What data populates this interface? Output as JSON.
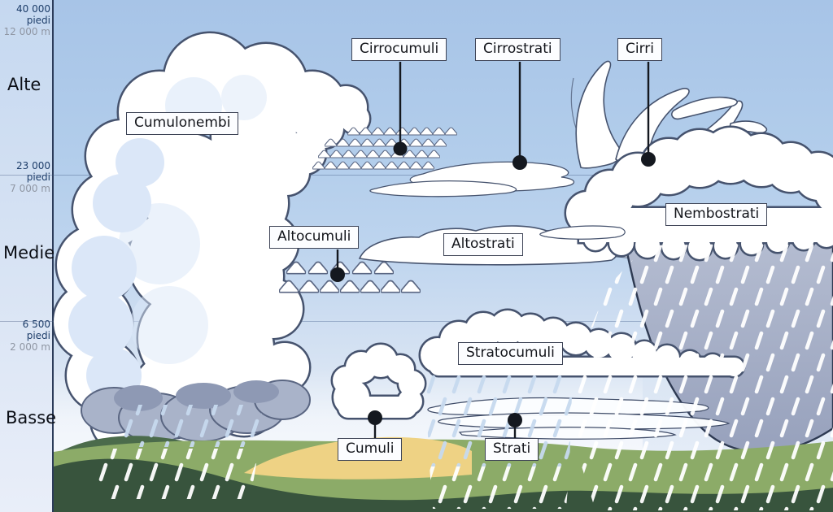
{
  "sidebar": {
    "altitudes": [
      {
        "feet": "40 000 piedi",
        "meters": "12 000 m"
      },
      {
        "feet": "23 000 piedi",
        "meters": "7 000 m"
      },
      {
        "feet": "6 500 piedi",
        "meters": "2 000 m"
      }
    ],
    "bands": [
      {
        "label": "Alte"
      },
      {
        "label": "Medie"
      },
      {
        "label": "Basse"
      }
    ]
  },
  "clouds": {
    "cumulonembi": {
      "label": "Cumulonembi"
    },
    "cirrocumuli": {
      "label": "Cirrocumuli"
    },
    "cirrostrati": {
      "label": "Cirrostrati"
    },
    "cirri": {
      "label": "Cirri"
    },
    "altocumuli": {
      "label": "Altocumuli"
    },
    "altostrati": {
      "label": "Altostrati"
    },
    "nembostrati": {
      "label": "Nembostrati"
    },
    "stratocumuli": {
      "label": "Stratocumuli"
    },
    "cumuli": {
      "label": "Cumuli"
    },
    "strati": {
      "label": "Strati"
    }
  },
  "colors": {
    "sky_top": "#a7c4e7",
    "sky_low": "#e6edf8",
    "cloud_outline": "#46536e",
    "rain_cloud_gray": "#a7b0c6",
    "hill_light": "#8cab68",
    "hill_dark": "#38543d",
    "sand": "#eed284",
    "label_border": "#3e4456",
    "altitude_feet_color": "#1d3d69",
    "altitude_meters_color": "#8f96a3"
  }
}
